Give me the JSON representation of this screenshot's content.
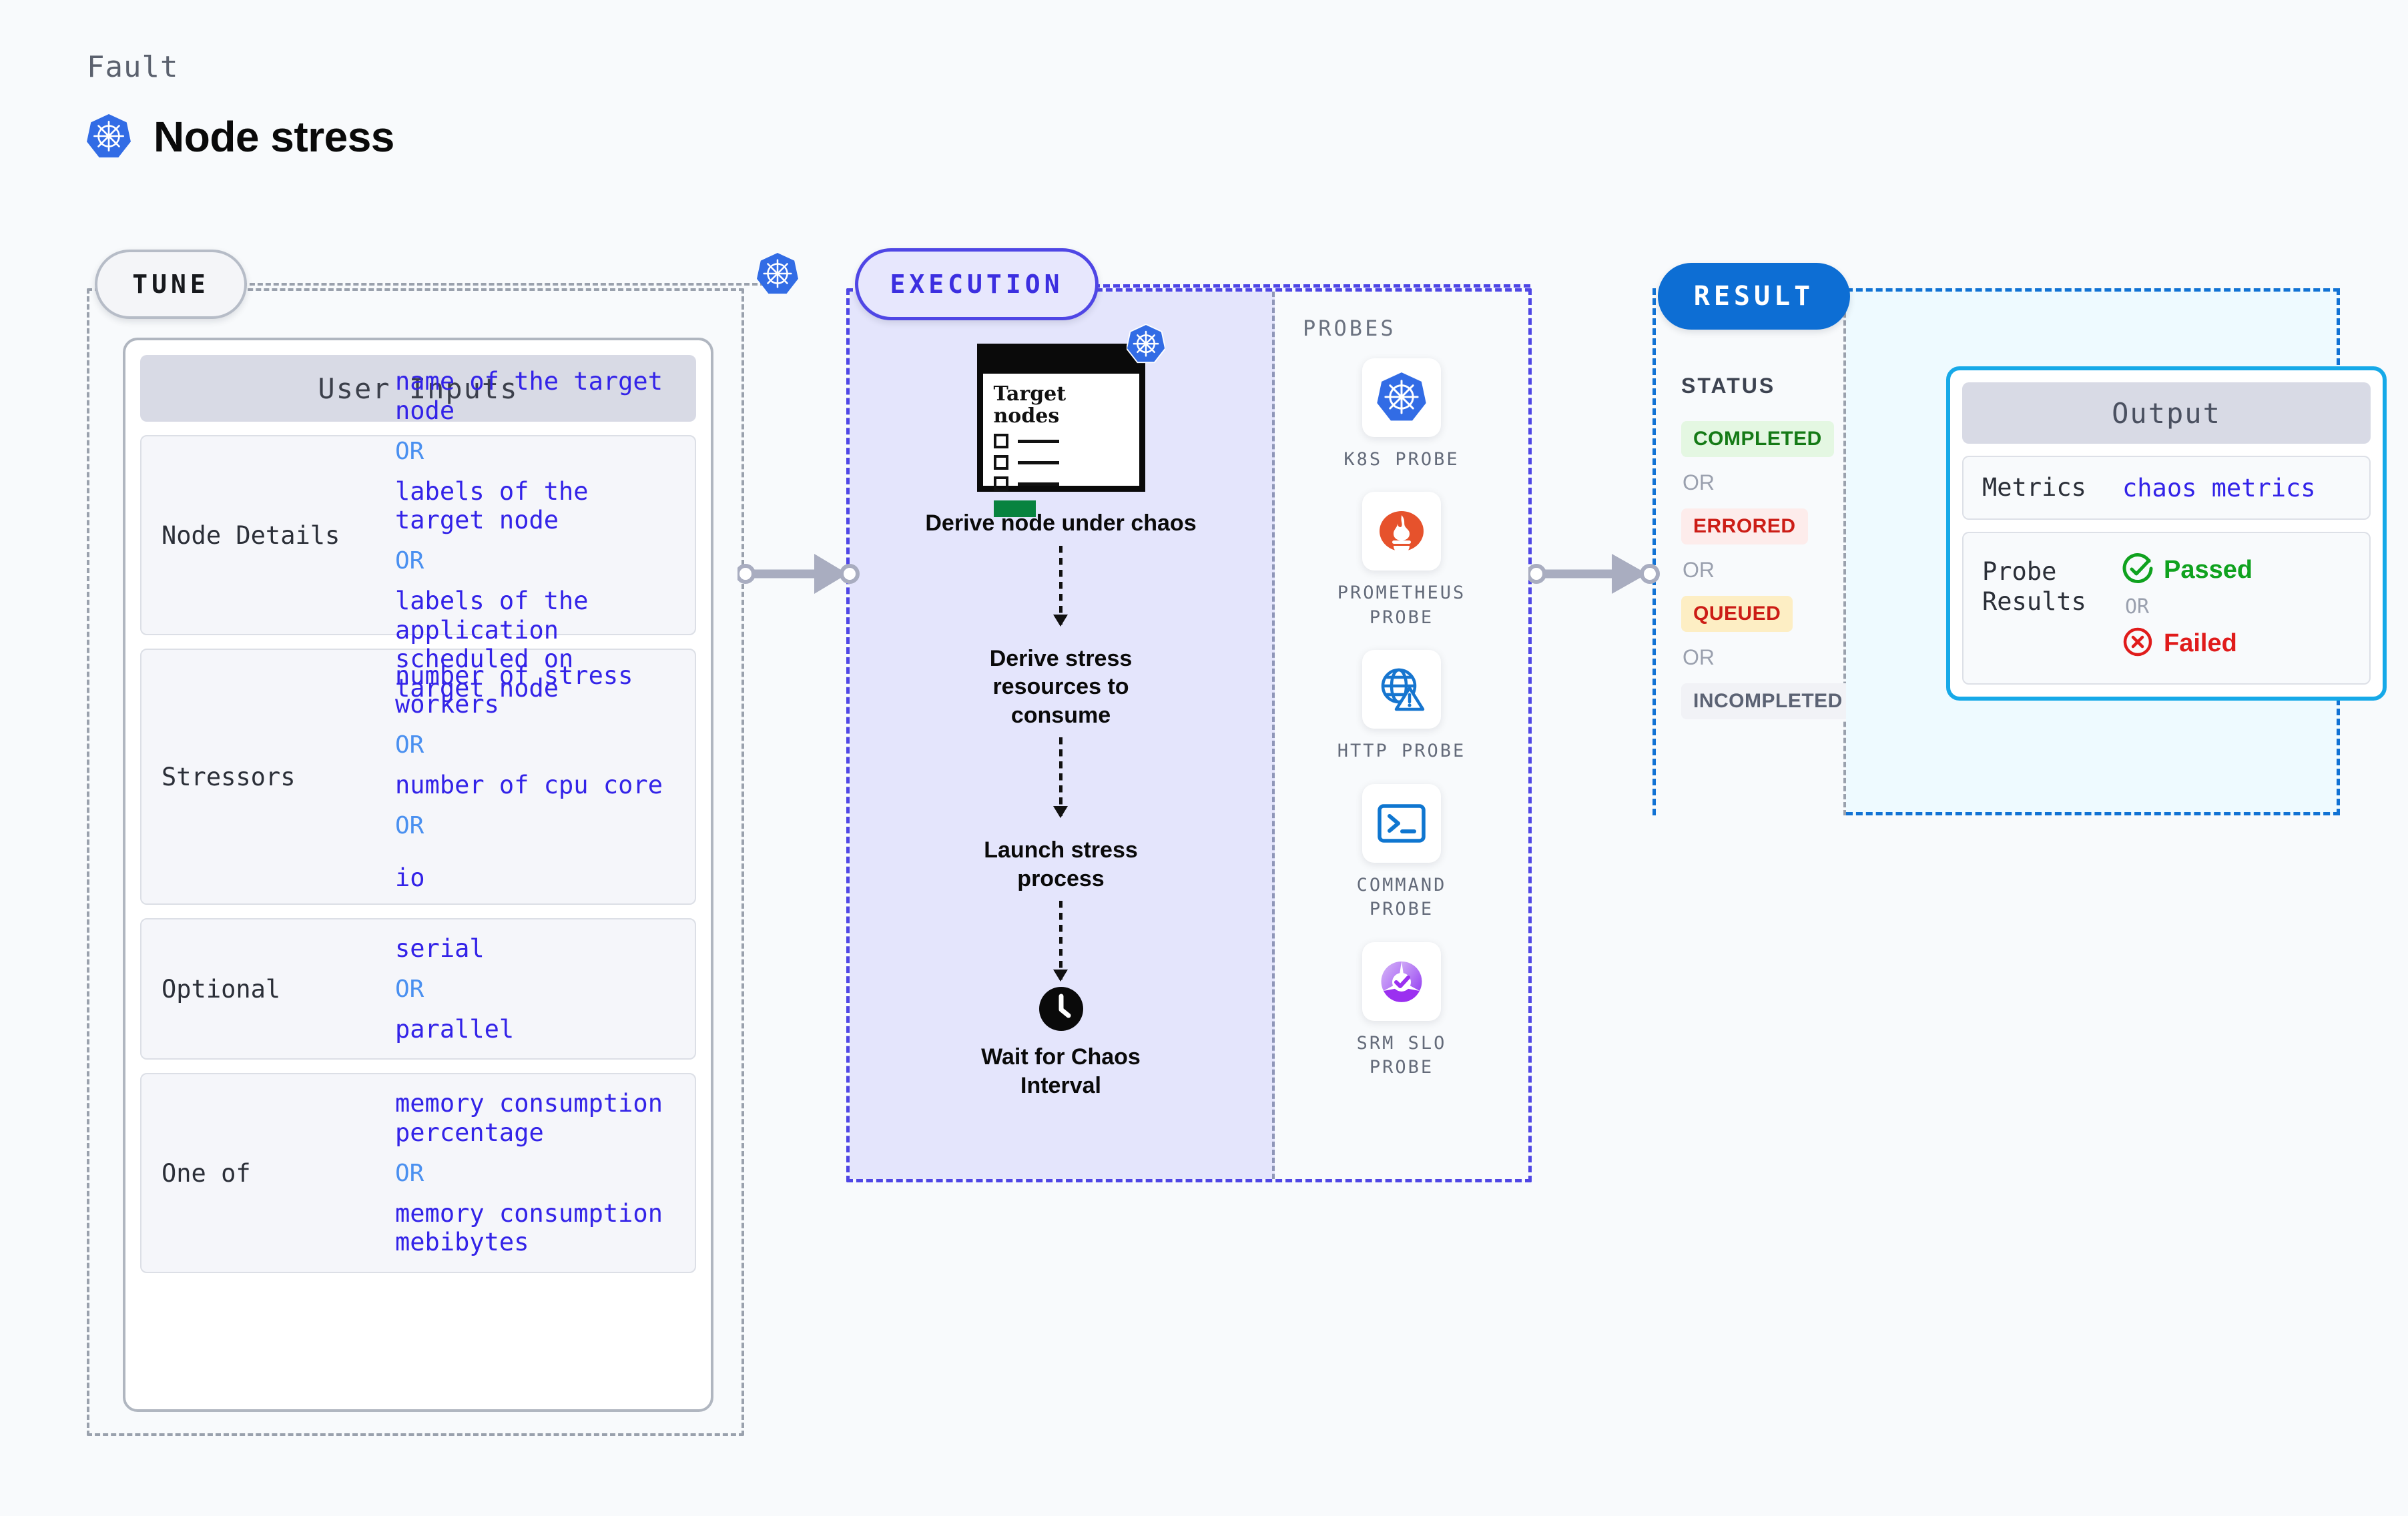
{
  "header": {
    "fault_label": "Fault",
    "title": "Node stress",
    "logo_icon": "kubernetes-icon"
  },
  "tune": {
    "badge": "TUNE",
    "k8s_icon": "kubernetes-icon",
    "inputs_header": "User Inputs",
    "groups": [
      {
        "label": "Node Details",
        "values": [
          "name of the target node",
          "labels of the target node",
          "labels of the application\n scheduled on target node"
        ],
        "or_label": "OR"
      },
      {
        "label": "Stressors",
        "values": [
          "number of stress workers",
          "number of cpu core",
          "io"
        ],
        "or_label": "OR"
      },
      {
        "label": "Optional",
        "values": [
          "serial",
          "parallel"
        ],
        "or_label": "OR"
      },
      {
        "label": "One of",
        "values": [
          "memory consumption percentage",
          "memory consumption mebibytes"
        ],
        "or_label": "OR"
      }
    ]
  },
  "execution": {
    "badge": "EXECUTION",
    "card": {
      "title": "Target nodes",
      "k8s_icon": "kubernetes-icon",
      "checkbox_rows": 3
    },
    "steps": [
      "Derive node under chaos",
      "Derive stress resources to consume",
      "Launch stress process",
      "Wait for Chaos Interval"
    ],
    "clock_icon": "clock-icon",
    "probes_title": "PROBES",
    "probes": [
      {
        "label": "K8S PROBE",
        "icon": "kubernetes-icon"
      },
      {
        "label": "PROMETHEUS PROBE",
        "icon": "prometheus-icon"
      },
      {
        "label": "HTTP PROBE",
        "icon": "globe-warning-icon"
      },
      {
        "label": "COMMAND PROBE",
        "icon": "terminal-icon"
      },
      {
        "label": "SRM SLO PROBE",
        "icon": "slo-donut-check-icon"
      }
    ]
  },
  "result": {
    "badge": "RESULT",
    "status_title": "STATUS",
    "or_label": "OR",
    "statuses": [
      {
        "label": "COMPLETED",
        "color": "#157a16",
        "bg": "#e4f7e2"
      },
      {
        "label": "ERRORED",
        "color": "#cc1d16",
        "bg": "#fdeceb"
      },
      {
        "label": "QUEUED",
        "color": "#cc1d16",
        "bg": "#fdeec4"
      },
      {
        "label": "INCOMPLETED",
        "color": "#5b6273",
        "bg": "#f1f2f6"
      }
    ],
    "output": {
      "header": "Output",
      "metrics_label": "Metrics",
      "metrics_value": "chaos metrics",
      "probe_results_label": "Probe Results",
      "passed_label": "Passed",
      "passed_icon": "check-circle-icon",
      "passed_color": "#10a21f",
      "or_label": "OR",
      "failed_label": "Failed",
      "failed_icon": "x-circle-icon",
      "failed_color": "#e01b1b"
    }
  },
  "connectors": {
    "arrow_icon": "arrow-right-icon",
    "count": 2
  },
  "colors": {
    "background": "#f8fafc",
    "tune_border": "#9aa1ad",
    "execution_border": "#4f46e5",
    "execution_fill": "#e4e5fc",
    "result_border": "#1172d4",
    "result_fill": "#eefaff",
    "value_text": "#3323e8",
    "or_text": "#4a90f0",
    "kubernetes_blue": "#326ce5"
  }
}
